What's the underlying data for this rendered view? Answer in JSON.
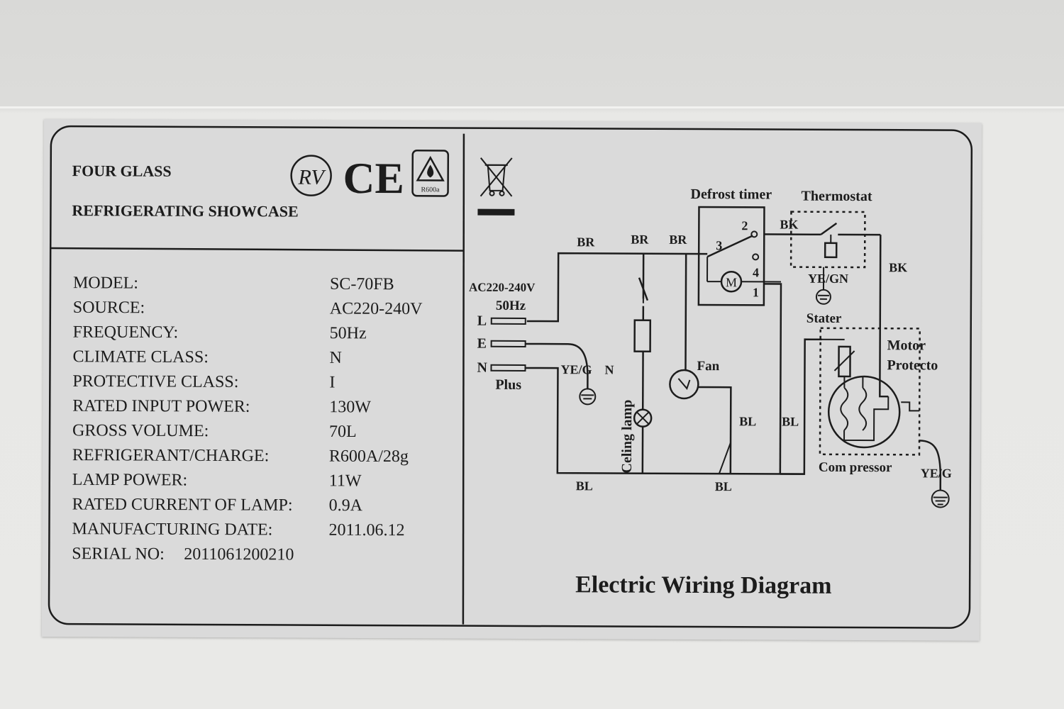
{
  "header": {
    "title_line1": "FOUR GLASS",
    "title_line2": "REFRIGERATING SHOWCASE",
    "cert_mark_rv": "RV",
    "cert_mark_ce": "CE",
    "refrigerant_badge": "R600a"
  },
  "specs": [
    {
      "label": "MODEL:",
      "value": "SC-70FB"
    },
    {
      "label": "SOURCE:",
      "value": "AC220-240V"
    },
    {
      "label": "FREQUENCY:",
      "value": "50Hz"
    },
    {
      "label": "CLIMATE CLASS:",
      "value": "N"
    },
    {
      "label": "PROTECTIVE CLASS:",
      "value": "I"
    },
    {
      "label": "RATED INPUT POWER:",
      "value": "130W"
    },
    {
      "label": "GROSS VOLUME:",
      "value": "70L"
    },
    {
      "label": "REFRIGERANT/CHARGE:",
      "value": "R600A/28g"
    },
    {
      "label": "LAMP POWER:",
      "value": "11W"
    },
    {
      "label": "RATED CURRENT OF LAMP:",
      "value": "0.9A"
    },
    {
      "label": "MANUFACTURING DATE:",
      "value": "2011.06.12"
    }
  ],
  "serial": {
    "label": "SERIAL NO:",
    "value": "2011061200210"
  },
  "diagram": {
    "title": "Electric Wiring Diagram",
    "labels": {
      "defrost_timer": "Defrost timer",
      "thermostat": "Thermostat",
      "supply": "AC220-240V",
      "supply_freq": "50Hz",
      "L": "L",
      "E": "E",
      "N": "N",
      "plus": "Plus",
      "yeg_plus": "YE/G",
      "n_mark": "N",
      "celing_lamp": "Celing lamp",
      "fan": "Fan",
      "br1": "BR",
      "br2": "BR",
      "br3": "BR",
      "bk1": "BK",
      "bk2": "BK",
      "yegn": "YE/GN",
      "stater": "Stater",
      "motor": "Motor",
      "protecto": "Protecto",
      "com_pressor": "Com pressor",
      "yeg_comp": "YE/G",
      "bl1": "BL",
      "bl2": "BL",
      "bl3": "BL",
      "bl4": "BL",
      "t2": "2",
      "t3": "3",
      "t4": "4",
      "t1": "1",
      "m": "M"
    }
  }
}
